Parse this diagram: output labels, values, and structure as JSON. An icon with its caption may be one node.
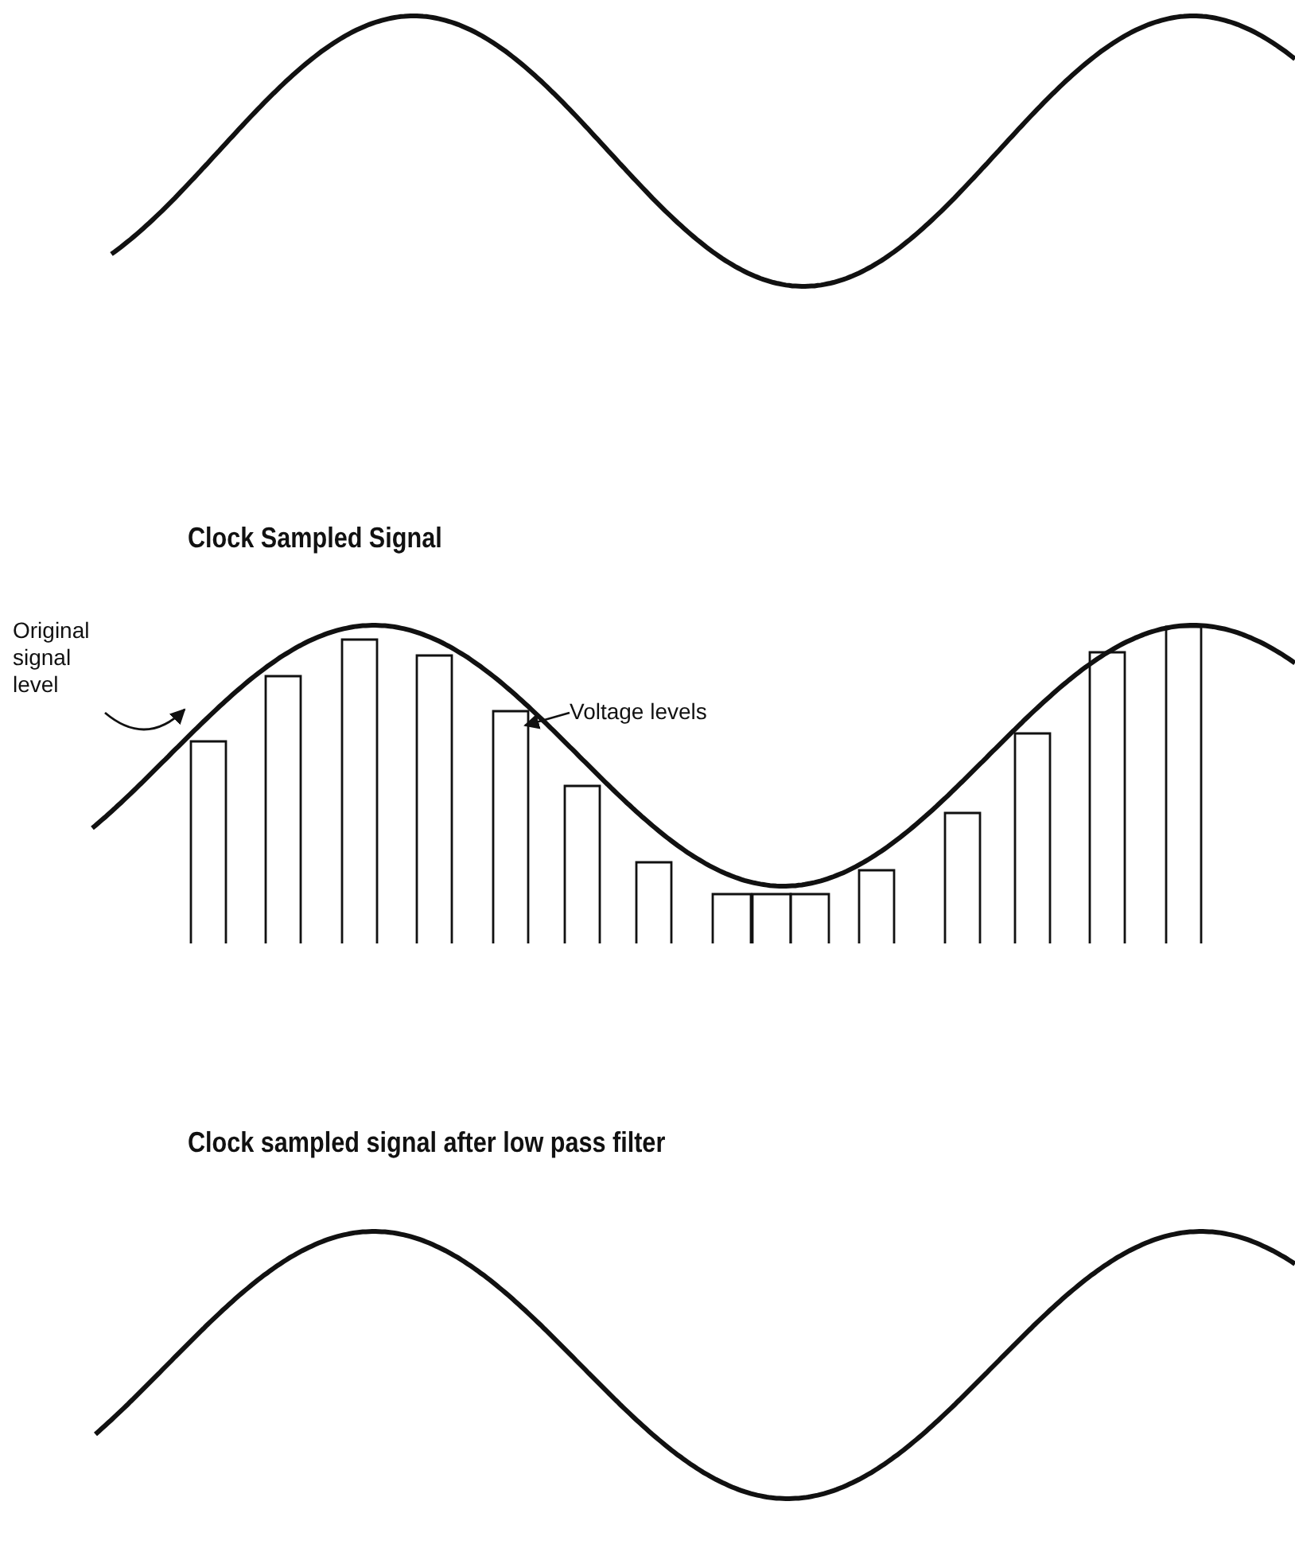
{
  "diagram": {
    "nodes": [
      {
        "text": [
          "Original signal level"
        ]
      },
      {
        "text": [
          "Voltage levels"
        ]
      }
    ],
    "edges": [
      {
        "from": 0,
        "to": null,
        "arrow": "to"
      },
      {
        "from": 1,
        "to": null,
        "arrow": "to"
      }
    ],
    "labels": [
      "Clock Sampled Signal",
      "Clock sampled signal after low pass filter"
    ]
  }
}
